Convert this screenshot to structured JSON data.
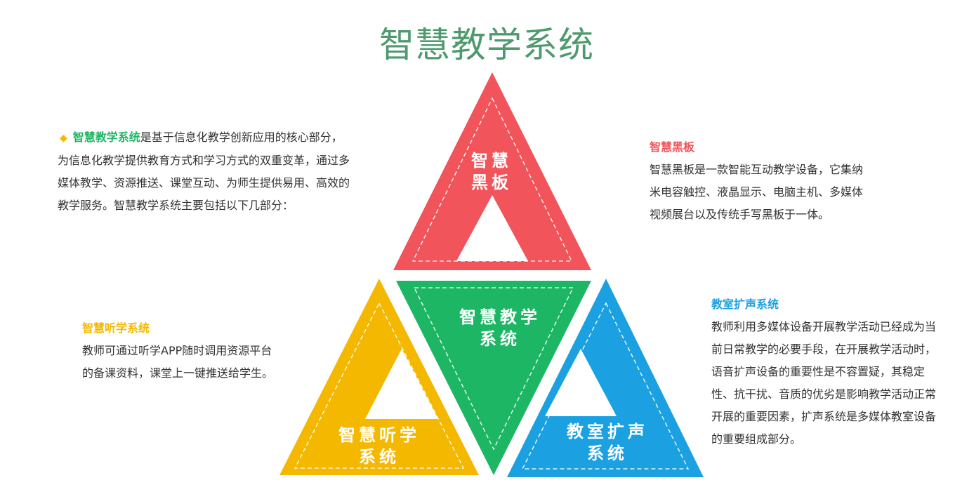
{
  "title": "智慧教学系统",
  "intro": {
    "lead": "智慧教学系统",
    "body": "是基于信息化教学创新应用的核心部分，为信息化教学提供教育方式和学习方式的双重变革，通过多媒体教学、资源推送、课堂互动、为师生提供易用、高效的教学服务。智慧教学系统主要包括以下几部分："
  },
  "sections": {
    "blackboard": {
      "heading": "智慧黑板",
      "body": "智慧黑板是一款智能互动教学设备，它集纳米电容触控、液晶显示、电脑主机、多媒体视频展台以及传统手写黑板于一体。"
    },
    "listening": {
      "heading": "智慧听学系统",
      "body": "教师可通过听学APP随时调用资源平台的备课资料，课堂上一键推送给学生。"
    },
    "sound": {
      "heading": "教室扩声系统",
      "body": "教师利用多媒体设备开展教学活动已经成为当前日常教学的必要手段，在开展教学活动时，语音扩声设备的重要性是不容置疑，其稳定性、抗干扰、音质的优劣是影响教学活动正常开展的重要因素，扩声系统是多媒体教室设备的重要组成部分。"
    }
  },
  "triangles": {
    "blackboard": {
      "line1": "智慧",
      "line2": "黑板"
    },
    "center": {
      "line1": "智慧教学",
      "line2": "系统"
    },
    "listening": {
      "line1": "智慧听学",
      "line2": "系统"
    },
    "sound": {
      "line1": "教室扩声",
      "line2": "系统"
    }
  },
  "colors": {
    "title": "#4e9a6e",
    "red": "#f2545b",
    "green": "#1db664",
    "yellow": "#f5b800",
    "blue": "#1ba1e2"
  }
}
